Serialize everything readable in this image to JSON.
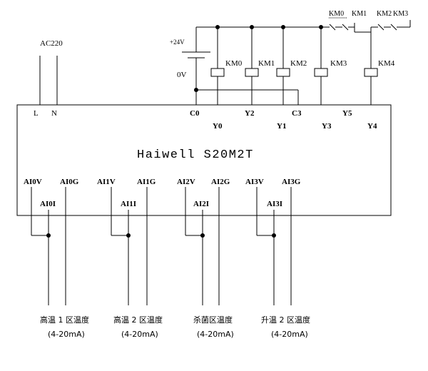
{
  "plc": {
    "model": "Haiwell S20M2T"
  },
  "power": {
    "ac_label": "AC220",
    "terminal_l": "L",
    "terminal_n": "N",
    "dc_plus": "+24V",
    "dc_zero": "0V"
  },
  "outputs": {
    "terminals_top": [
      "C0",
      "Y2",
      "C3",
      "Y5"
    ],
    "terminals_bottom": [
      "Y0",
      "Y1",
      "Y3",
      "Y4"
    ],
    "coils": [
      "KM0",
      "KM1",
      "KM2",
      "KM3",
      "KM4"
    ],
    "interlock_labels": [
      "KM0",
      "KM1",
      "KM2",
      "KM3"
    ]
  },
  "analog_inputs": [
    {
      "v": "AI0V",
      "g": "AI0G",
      "i": "AI0I",
      "caption": "高温 1 区温度",
      "range": "(4-20mA)"
    },
    {
      "v": "AI1V",
      "g": "AI1G",
      "i": "AI1I",
      "caption": "高温 2 区温度",
      "range": "(4-20mA)"
    },
    {
      "v": "AI2V",
      "g": "AI2G",
      "i": "AI2I",
      "caption": "杀菌区温度",
      "range": "(4-20mA)"
    },
    {
      "v": "AI3V",
      "g": "AI3G",
      "i": "AI3I",
      "caption": "升温 2 区温度",
      "range": "(4-20mA)"
    }
  ]
}
